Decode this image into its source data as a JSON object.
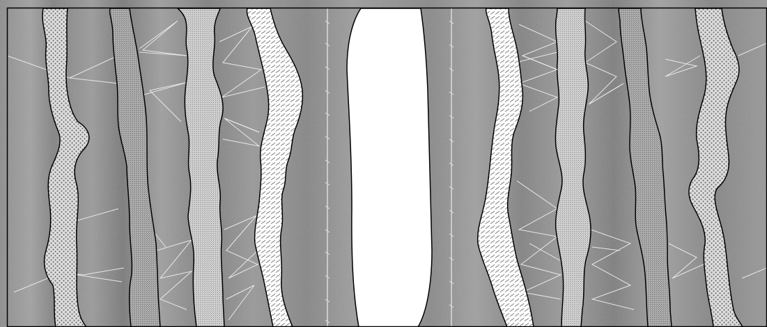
{
  "scene": {
    "kind": "dithered grayscale illustration",
    "colors": {
      "background": "#8c8c8c",
      "background_light": "#a6a6a6",
      "background_dark": "#7a7a7a",
      "center_opening": "#ffffff",
      "outline": "#000000",
      "band_dotted": "#d9d9d9",
      "band_dot": "#6f6f6f",
      "band_hatched": "#ffffff",
      "band_hatch": "#8a8a8a",
      "band_fine": "#c8c8c8",
      "band_medium": "#a8a8a8",
      "web_line": "#e6e6e6"
    },
    "bands": [
      {
        "id": "band-left-1",
        "fill": "dotted"
      },
      {
        "id": "band-left-2",
        "fill": "medium"
      },
      {
        "id": "band-left-3",
        "fill": "fine"
      },
      {
        "id": "band-left-4",
        "fill": "hatched"
      },
      {
        "id": "band-right-1",
        "fill": "hatched"
      },
      {
        "id": "band-right-2",
        "fill": "fine"
      },
      {
        "id": "band-right-3",
        "fill": "medium"
      },
      {
        "id": "band-right-4",
        "fill": "dotted"
      }
    ]
  }
}
